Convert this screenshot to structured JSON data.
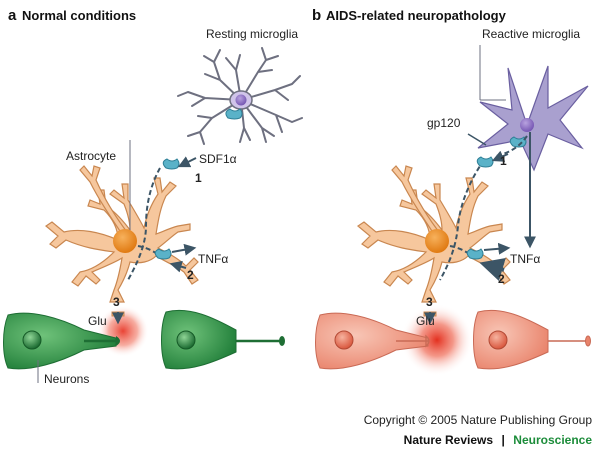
{
  "panel_a": {
    "letter": "a",
    "title": "Normal conditions",
    "labels": {
      "microglia": "Resting microglia",
      "astrocyte": "Astrocyte",
      "sdf": "SDF1α",
      "tnf": "TNFα",
      "glu": "Glu",
      "neurons": "Neurons"
    },
    "steps": [
      "1",
      "2",
      "3"
    ]
  },
  "panel_b": {
    "letter": "b",
    "title": "AIDS-related neuropathology",
    "labels": {
      "microglia": "Reactive microglia",
      "gp120": "gp120",
      "tnf": "TNFα",
      "glu": "Glu"
    },
    "steps": [
      "1",
      "2",
      "3"
    ]
  },
  "footer": {
    "copyright": "Copyright © 2005 Nature Publishing Group",
    "journal": "Nature Reviews",
    "separator": "|",
    "section": "Neuroscience"
  },
  "colors": {
    "astrocyte": "#f6c79d",
    "astrocyte_nucleus": "#ec8a2a",
    "resting_microglia": "#6e7080",
    "reactive_microglia": "#a9a0cf",
    "microglia_nucleus": "#8e6fc0",
    "neuron_normal": "#2f8f47",
    "neuron_damaged": "#ef9a84",
    "receptor": "#5ab2c8",
    "arrow": "#3c5566",
    "glutamate_glow": "#e8392a",
    "brand_green": "#1c8c3a"
  }
}
